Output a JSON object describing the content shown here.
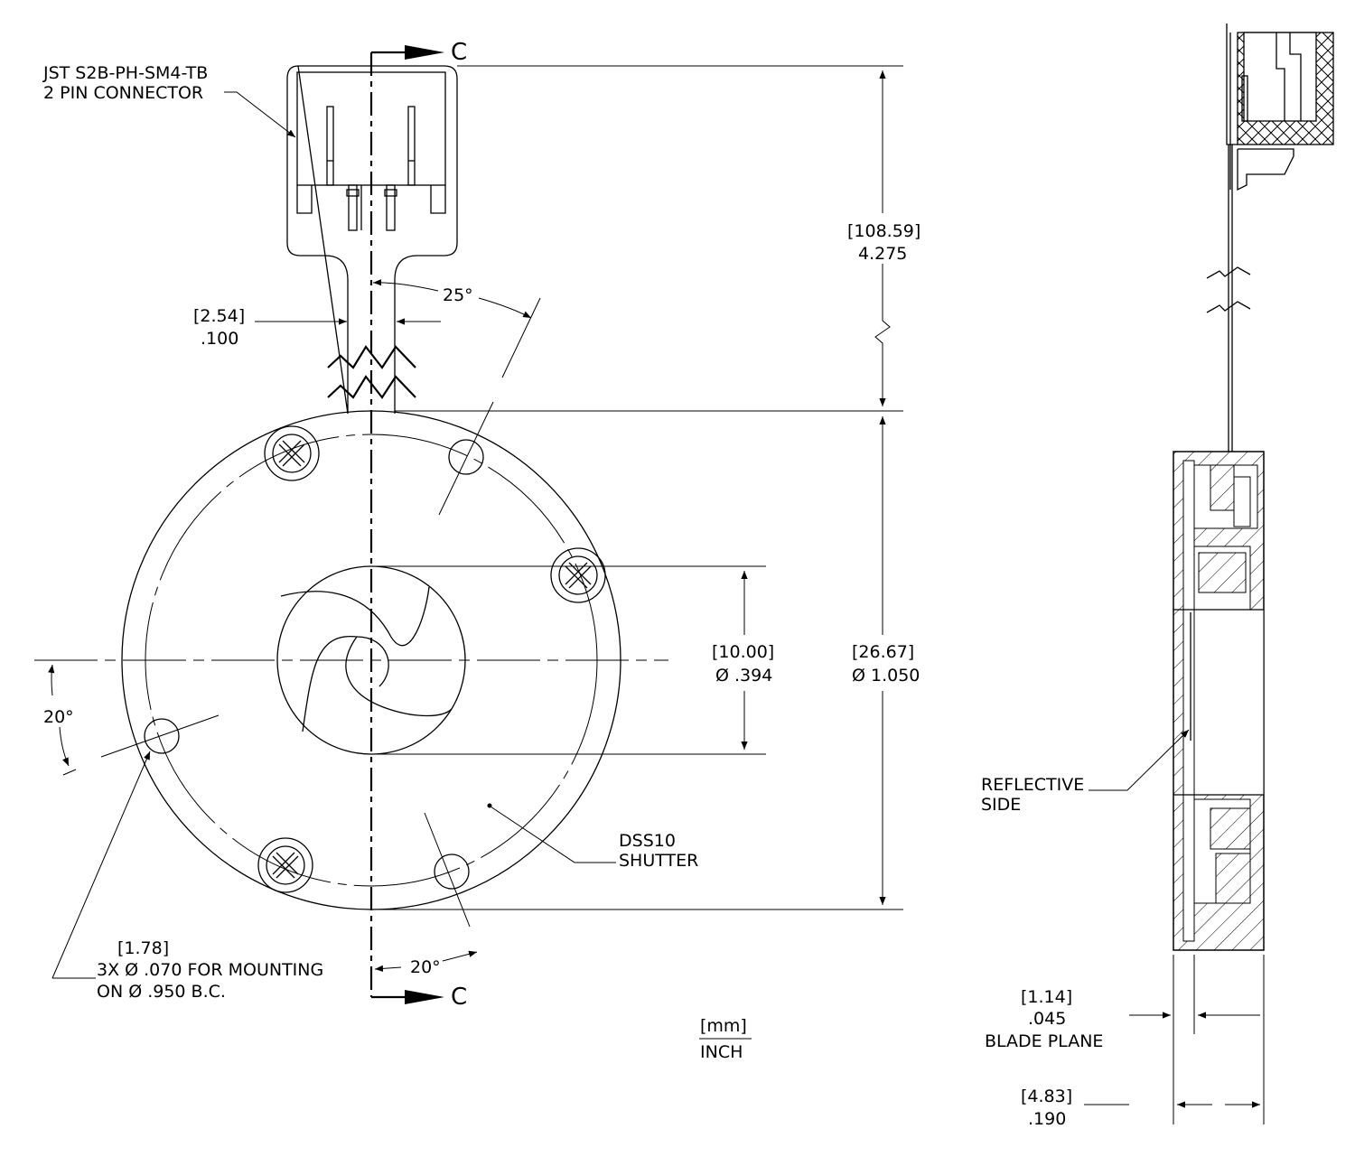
{
  "section_marker": "C",
  "connector": {
    "line1": "JST S2B-PH-SM4-TB",
    "line2": "2 PIN CONNECTOR"
  },
  "dims": {
    "lead_length": {
      "mm": "[108.59]",
      "inch": "4.275"
    },
    "cable_width": {
      "mm": "[2.54]",
      "inch": ".100"
    },
    "angle_top": "25°",
    "aperture": {
      "mm": "[10.00]",
      "inch": "Ø .394"
    },
    "diameter": {
      "mm": "[26.67]",
      "inch": "Ø 1.050"
    },
    "angle_left": "20°",
    "angle_bottom": "20°",
    "mounting": {
      "mm": "[1.78]",
      "line1": "3X Ø .070 FOR MOUNTING",
      "line2": "ON  Ø .950 B.C."
    },
    "blade_plane": {
      "mm": "[1.14]",
      "inch": ".045",
      "label": "BLADE PLANE"
    },
    "thickness": {
      "mm": "[4.83]",
      "inch": ".190"
    }
  },
  "shutter_label": {
    "line1": "DSS10",
    "line2": "SHUTTER"
  },
  "reflective_label": {
    "line1": "REFLECTIVE",
    "line2": "SIDE"
  },
  "units": {
    "top": "[mm]",
    "bottom": "INCH"
  }
}
